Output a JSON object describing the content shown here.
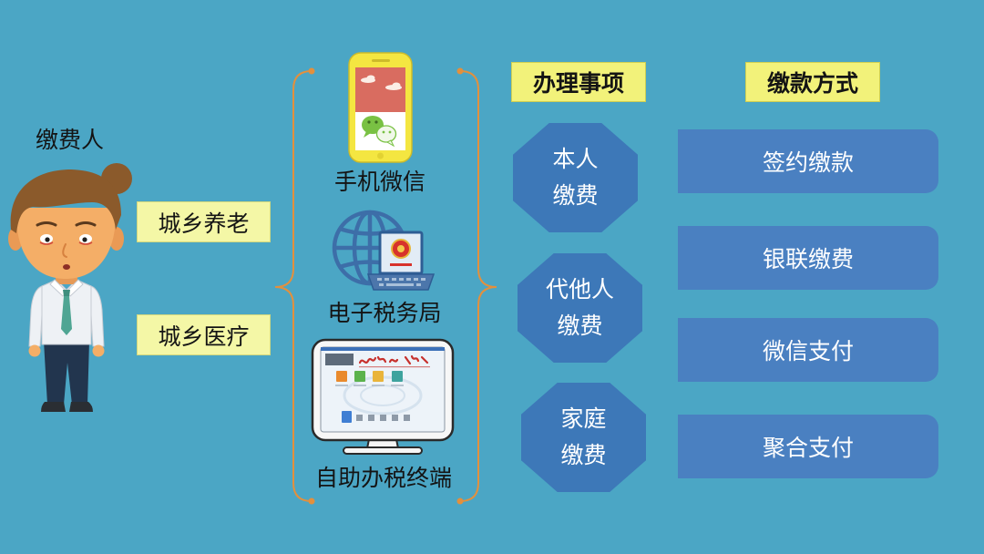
{
  "payer": {
    "label": "缴费人",
    "icon": "payer-character-illustration"
  },
  "insurance_types": [
    {
      "label": "城乡养老"
    },
    {
      "label": "城乡医疗"
    }
  ],
  "channels": [
    {
      "label": "手机微信",
      "icon": "mobile-wechat-icon"
    },
    {
      "label": "电子税务局",
      "icon": "e-tax-bureau-icon"
    },
    {
      "label": "自助办税终端",
      "icon": "self-service-terminal-icon"
    }
  ],
  "items": {
    "header": "办理事项",
    "list": [
      {
        "line1": "本人",
        "line2": "缴费"
      },
      {
        "line1": "代他人",
        "line2": "缴费"
      },
      {
        "line1": "家庭",
        "line2": "缴费"
      }
    ]
  },
  "payment_methods": {
    "header": "缴款方式",
    "list": [
      "签约缴款",
      "银联缴费",
      "微信支付",
      "聚合支付"
    ]
  },
  "colors": {
    "background": "#4BA6C5",
    "label_box": "#F4F7A6",
    "header_box": "#F2F27A",
    "octagon": "#3D78B8",
    "method_box": "#4A80C1",
    "brace": "#E3903D"
  }
}
